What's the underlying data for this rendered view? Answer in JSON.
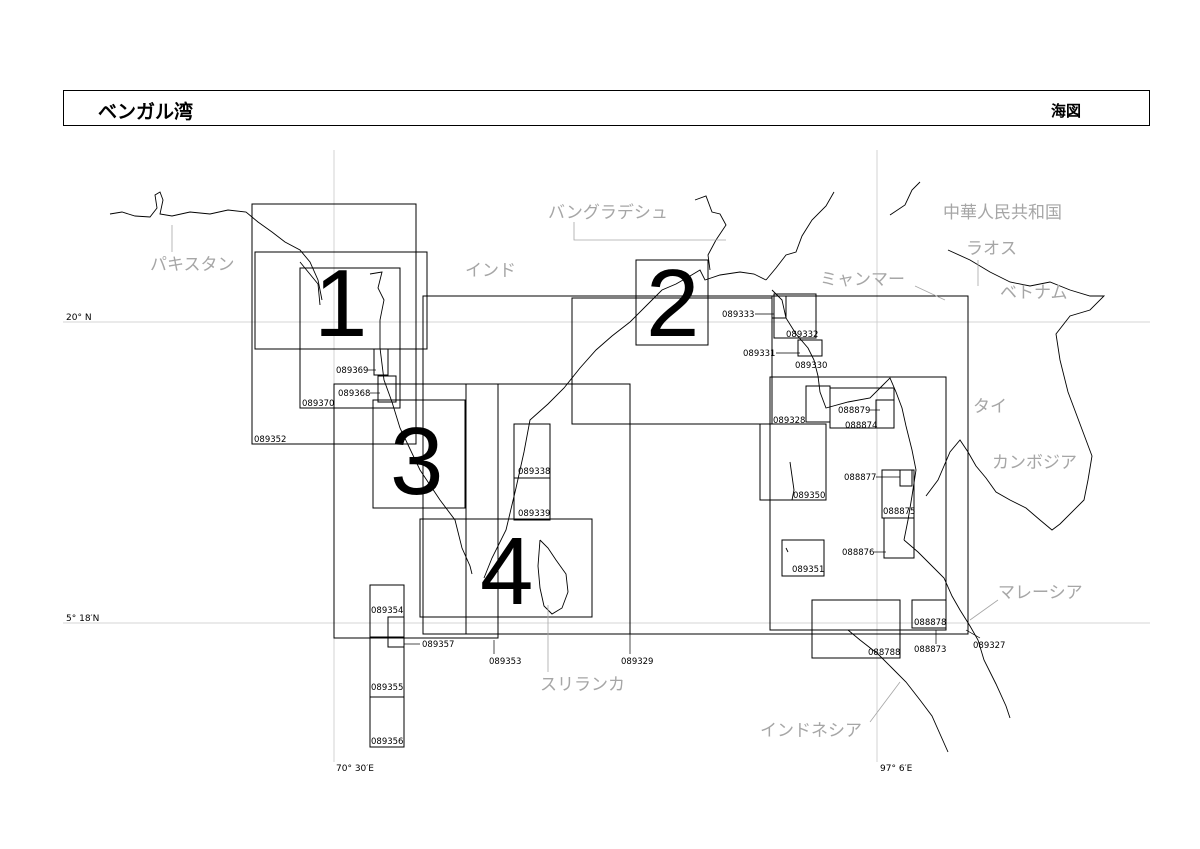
{
  "header": {
    "title": "ベンガル湾",
    "chart_type": "海図"
  },
  "coordinates": {
    "lat_north": "20° N",
    "lat_south": "5° 18′N",
    "lon_west": "70° 30′E",
    "lon_east": "97° 6′E"
  },
  "countries": {
    "pakistan": "パキスタン",
    "india": "インド",
    "bangladesh": "バングラデシュ",
    "myanmar": "ミャンマー",
    "china": "中華人民共和国",
    "laos": "ラオス",
    "vietnam": "ベトナム",
    "thailand": "タイ",
    "cambodia": "カンボジア",
    "malaysia": "マレーシア",
    "sri_lanka": "スリランカ",
    "indonesia": "インドネシア"
  },
  "region_numbers": {
    "r1": "1",
    "r2": "2",
    "r3": "3",
    "r4": "4"
  },
  "chart_codes": {
    "c089333": "089333",
    "c089332": "089332",
    "c089331": "089331",
    "c089330": "089330",
    "c089369": "089369",
    "c089368": "089368",
    "c089370": "089370",
    "c089352": "089352",
    "c089328": "089328",
    "c088879": "088879",
    "c088874": "088874",
    "c089338": "089338",
    "c089339": "089339",
    "c089350": "089350",
    "c088877": "088877",
    "c088875": "088875",
    "c088876": "088876",
    "c089351": "089351",
    "c089354": "089354",
    "c089357": "089357",
    "c089353": "089353",
    "c089329": "089329",
    "c088878": "088878",
    "c088788": "088788",
    "c088873": "088873",
    "c089327": "089327",
    "c089355": "089355",
    "c089356": "089356"
  }
}
